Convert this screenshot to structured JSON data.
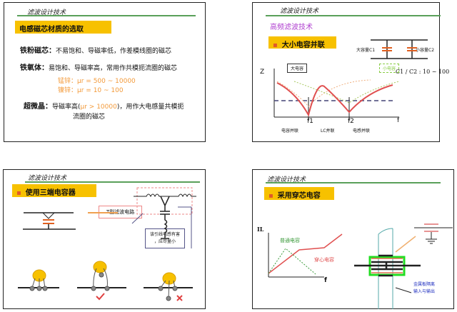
{
  "header": "滤波设计技术",
  "slide1": {
    "tag": "电感磁芯材质的选取",
    "lines": [
      {
        "label": "铁粉磁芯：",
        "text": "不易饱和、导磁率低，作差模线圈的磁芯"
      },
      {
        "label": "铁氧体：",
        "text": "易饱和、导磁率高，常用作共模扼流圈的磁芯"
      }
    ],
    "sub": [
      {
        "label": "锰锌：",
        "text": "μr = 500 ~ 10000"
      },
      {
        "label": "镍锌：",
        "text": "μr = 10 ~ 100"
      }
    ],
    "nano_label": "超微晶：",
    "nano_text_a": "导磁率高(",
    "nano_mu": "μr  > 10000",
    "nano_text_b": ")，用作大电感量共模扼",
    "nano_text_c": "流圈的磁芯"
  },
  "slide2": {
    "title": "高频滤波技术",
    "tag": "大小电容并联",
    "c1": "大容量C1",
    "c2": "小容量C2",
    "ratio": "C1 / C2 : 10 ~ 100",
    "big_cap": "大电容",
    "small_cap": "小电容",
    "z": "Z",
    "f": "f",
    "f1": "f1",
    "f2": "f2",
    "x_labels": [
      "电容并联",
      "LC并联",
      "电感并联"
    ]
  },
  "slide3": {
    "tag": "使用三端电容器",
    "t_filter": "T型滤波电路",
    "note_a": "该引线电感有害",
    "note_b": "，应尽量小"
  },
  "slide4": {
    "tag": "采用穿芯电容",
    "il": "IL",
    "f": "f",
    "normal": "普通电容",
    "feedthrough": "穿心电容",
    "plate_a": "金属板隔离",
    "plate_b": "输入与输出"
  },
  "colors": {
    "accent": "#f7c100",
    "rule": "#5aa05a",
    "curve": "#e05050"
  }
}
